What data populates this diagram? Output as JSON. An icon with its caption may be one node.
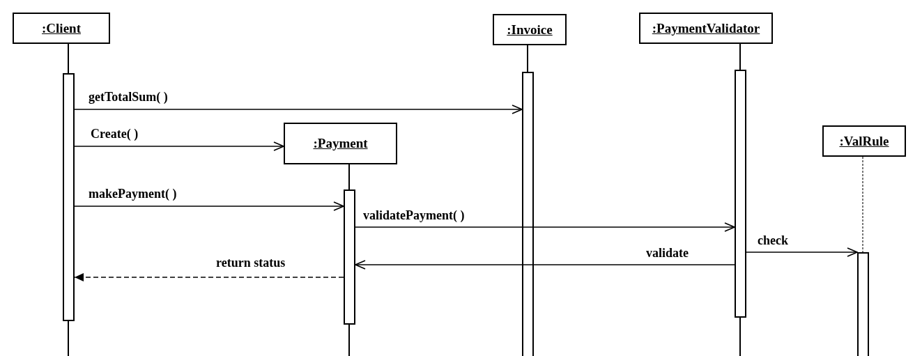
{
  "diagram": {
    "nodes": [
      {
        "text": [
          ":Client"
        ]
      },
      {
        "text": [
          ":Invoice"
        ]
      },
      {
        "text": [
          ":PaymentValidator"
        ]
      },
      {
        "text": [
          ":Payment"
        ]
      },
      {
        "text": [
          ":ValRule"
        ]
      },
      {
        "text": [],
        "shape": "bar"
      },
      {
        "text": [],
        "shape": "bar"
      },
      {
        "text": [],
        "shape": "bar"
      },
      {
        "text": [],
        "shape": "bar"
      },
      {
        "text": [],
        "shape": "bar"
      }
    ],
    "edges": [
      {
        "from": 5,
        "to": 6,
        "arrow": "to",
        "label": "getTotalSum( )"
      },
      {
        "from": 5,
        "to": 3,
        "arrow": "to",
        "label": "Create( )"
      },
      {
        "from": 5,
        "to": 8,
        "arrow": "to",
        "label": "makePayment( )"
      },
      {
        "from": 8,
        "to": 7,
        "arrow": "to",
        "label": "validatePayment( )"
      },
      {
        "from": 7,
        "to": 9,
        "arrow": "to",
        "label": "check"
      },
      {
        "from": 7,
        "to": 8,
        "arrow": "to",
        "label": "validate"
      },
      {
        "from": 8,
        "to": 5,
        "arrow": "to",
        "label": "return status",
        "style": "dashed"
      },
      {
        "from": 0,
        "to": 5,
        "arrow": "none"
      },
      {
        "from": 1,
        "to": 6,
        "arrow": "none"
      },
      {
        "from": 2,
        "to": 7,
        "arrow": "none"
      },
      {
        "from": 3,
        "to": 8,
        "arrow": "none"
      },
      {
        "from": 4,
        "to": 9,
        "arrow": "none",
        "style": "dashed",
        "color": "#777777"
      }
    ]
  }
}
